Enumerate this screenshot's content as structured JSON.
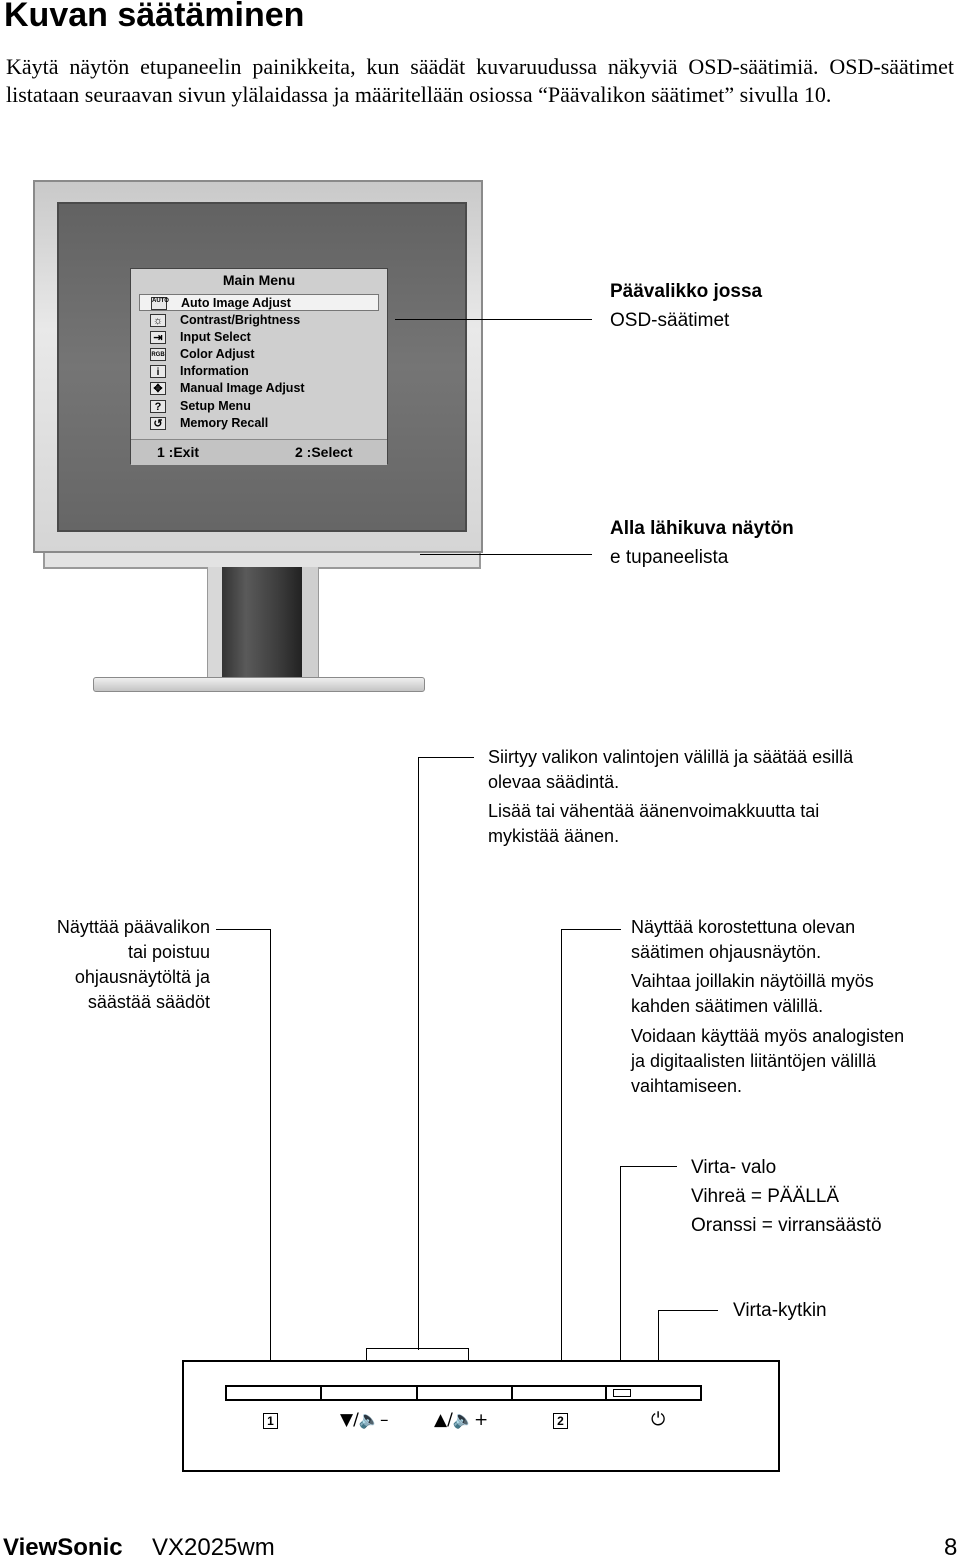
{
  "title": "Kuvan säätäminen",
  "intro": "Käytä näytön etupaneelin painikkeita, kun säädät kuvaruudussa näkyviä OSD-säätimiä. OSD-säätimet listataan seuraavan sivun ylälaidassa ja määritellään osiossa “Päävalikon säätimet” sivulla 10.",
  "osd": {
    "title": "Main Menu",
    "items": [
      {
        "label": "Auto Image Adjust",
        "icon": "auto-set-icon",
        "glyph": "AUTO"
      },
      {
        "label": "Contrast/Brightness",
        "icon": "sun-icon",
        "glyph": "☼"
      },
      {
        "label": "Input Select",
        "icon": "input-icon",
        "glyph": "⇥"
      },
      {
        "label": "Color Adjust",
        "icon": "color-icon",
        "glyph": "RGB"
      },
      {
        "label": "Information",
        "icon": "info-icon",
        "glyph": "i"
      },
      {
        "label": "Manual Image Adjust",
        "icon": "move-icon",
        "glyph": "✥"
      },
      {
        "label": "Setup Menu",
        "icon": "question-icon",
        "glyph": "?"
      },
      {
        "label": "Memory Recall",
        "icon": "recall-icon",
        "glyph": "↺"
      }
    ],
    "exit": "1 :Exit",
    "select": "2 :Select"
  },
  "callouts": {
    "main_menu_line1": "Päävalikko jossa",
    "main_menu_line2": "OSD-säätimet",
    "closeup_line1": "Alla lähikuva näytön",
    "closeup_line2": "e tupaneelista",
    "arrows_p1_l1": "Siirtyy valikon valintojen välillä ja säätää esillä",
    "arrows_p1_l2": "olevaa säädintä.",
    "arrows_p2_l1": "Lisää tai vähentää äänenvoimakkuutta tai",
    "arrows_p2_l2": "mykistää äänen.",
    "button1_l1": "Näyttää päävalikon",
    "button1_l2": "tai poistuu",
    "button1_l3": "ohjausnäytöltä ja",
    "button1_l4": "säästää säädöt",
    "button2_l1": "Näyttää korostettuna olevan",
    "button2_l2": "säätimen ohjausnäytön.",
    "button2_l3": "Vaihtaa joillakin näytöillä myös",
    "button2_l4": "kahden säätimen välillä.",
    "button2_l5": "Voidaan käyttää myös analogisten",
    "button2_l6": "ja digitaalisten liitäntöjen välillä",
    "button2_l7": "vaihtamiseen.",
    "power_light_l1": "Virta- valo",
    "power_light_l2": "Vihreä = PÄÄLLÄ",
    "power_light_l3": "Oranssi = virransäästö",
    "power_switch": "Virta-kytkin"
  },
  "panel": {
    "btn1": "1",
    "btn2": "2",
    "down_glyph": "▼/🔈–",
    "up_glyph": "▲/🔈+",
    "power_glyph": "⏻"
  },
  "footer": {
    "brand": "ViewSonic",
    "model": "VX2025wm",
    "page": "8"
  }
}
